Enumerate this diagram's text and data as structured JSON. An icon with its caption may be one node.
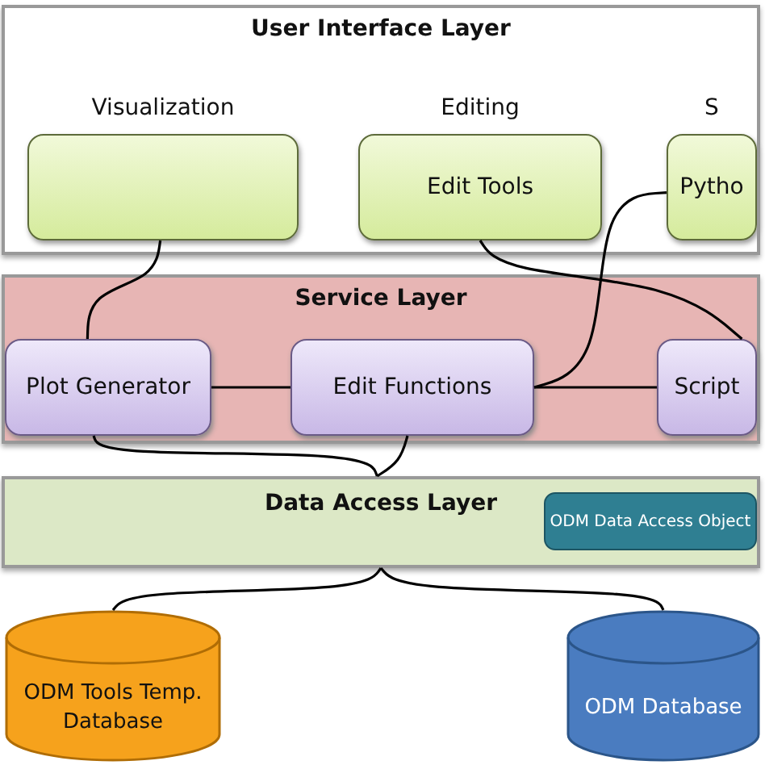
{
  "diagram": {
    "nodes": [
      {
        "text": [
          "User Interface Layer"
        ]
      },
      {
        "text": [],
        "shape": "box",
        "in": 0,
        "beside": [
          "Visualization"
        ]
      },
      {
        "text": [
          "Edit Tools"
        ],
        "in": 0,
        "beside": [
          "Editing"
        ]
      },
      {
        "text": [
          "Pytho"
        ],
        "in": 0,
        "beside": [
          "S"
        ]
      },
      {
        "text": [
          "Service Layer"
        ]
      },
      {
        "text": [
          "Plot Generator"
        ],
        "in": 4
      },
      {
        "text": [
          "Edit Functions"
        ],
        "in": 4
      },
      {
        "text": [
          "Script"
        ],
        "in": 4
      },
      {
        "text": [
          "Data Access Layer"
        ]
      },
      {
        "text": [
          "ODM Data Access Object"
        ],
        "in": 8
      },
      {
        "text": [
          "ODM Tools Temp. Database"
        ]
      },
      {
        "text": [
          "ODM Database"
        ]
      }
    ],
    "edges": [
      {
        "from": 1,
        "to": 5,
        "arrow": "none"
      },
      {
        "from": 2,
        "to": 7,
        "arrow": "none"
      },
      {
        "from": 3,
        "to": 6,
        "arrow": "none"
      },
      {
        "from": 6,
        "to": 5,
        "arrow": "none"
      },
      {
        "from": 6,
        "to": 7,
        "arrow": "none"
      },
      {
        "from": 5,
        "to": 8,
        "arrow": "none"
      },
      {
        "from": 6,
        "to": 8,
        "arrow": "none"
      },
      {
        "from": 8,
        "to": 10,
        "arrow": "none"
      },
      {
        "from": 8,
        "to": 11,
        "arrow": "none"
      }
    ]
  }
}
